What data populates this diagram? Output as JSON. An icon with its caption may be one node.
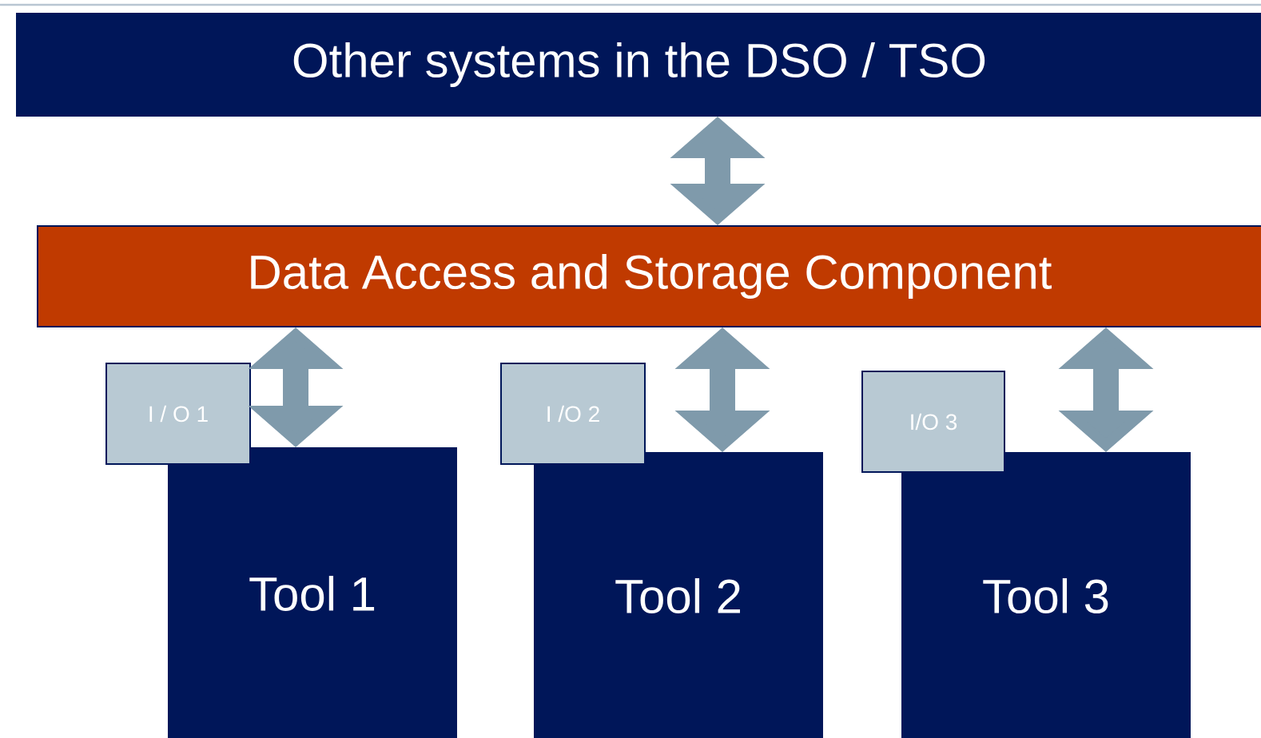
{
  "diagram": {
    "nodes": [
      {
        "text": [
          "Other systems in the DSO / TSO"
        ]
      },
      {
        "text": [
          "Data Access and Storage Component"
        ]
      },
      {
        "text": [
          "I / O 1"
        ]
      },
      {
        "text": [
          "Tool 1"
        ]
      },
      {
        "text": [
          "I /O 2"
        ]
      },
      {
        "text": [
          "Tool 2"
        ]
      },
      {
        "text": [
          "I/O 3"
        ]
      },
      {
        "text": [
          "Tool 3"
        ]
      }
    ],
    "edges": [
      {
        "from": 0,
        "to": 1,
        "arrow": "both"
      },
      {
        "from": 1,
        "to": 3,
        "arrow": "both"
      },
      {
        "from": 1,
        "to": 5,
        "arrow": "both"
      },
      {
        "from": 1,
        "to": 7,
        "arrow": "both"
      }
    ]
  }
}
